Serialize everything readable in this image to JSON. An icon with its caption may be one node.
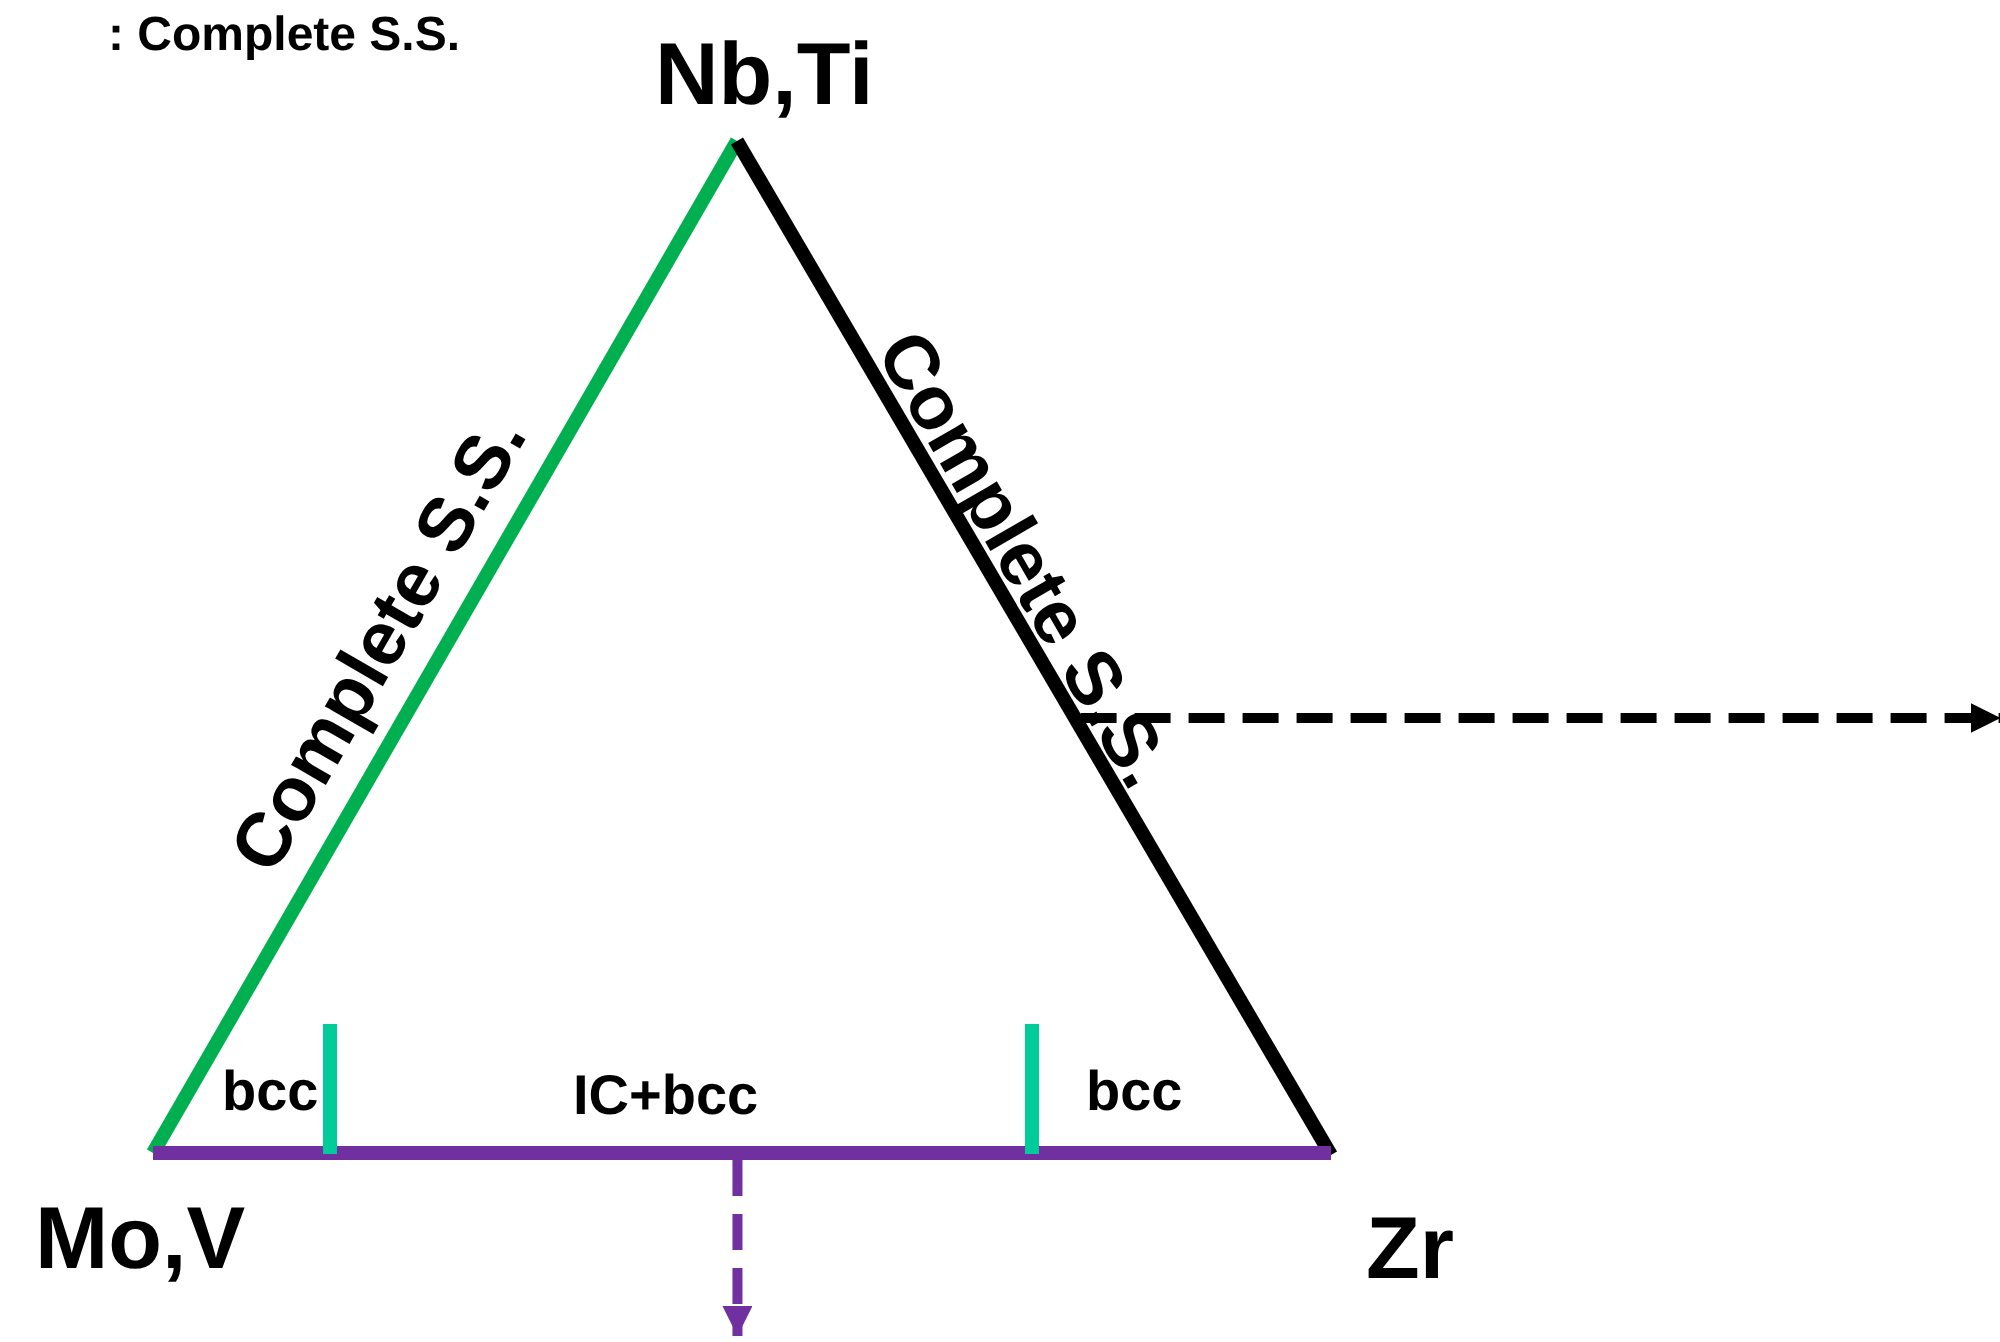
{
  "diagram": {
    "nodes": [
      {
        "text": [],
        "shape": "bar"
      },
      {
        "text": [],
        "shape": "bar"
      },
      {
        "text": [],
        "shape": "bar"
      }
    ],
    "edges": [
      {
        "from": 1,
        "to": null,
        "arrow": "to",
        "style": "dashed"
      },
      {
        "from": 2,
        "to": null,
        "arrow": "to",
        "style": "dashed",
        "color": "#7030a0"
      }
    ],
    "labels": [
      ": Complete S.S.",
      "Nb,Ti",
      "Complete S.S.",
      "Complete S.S.",
      "bcc",
      "IC+bcc",
      "bcc",
      "Mo,V",
      "Zr"
    ]
  }
}
